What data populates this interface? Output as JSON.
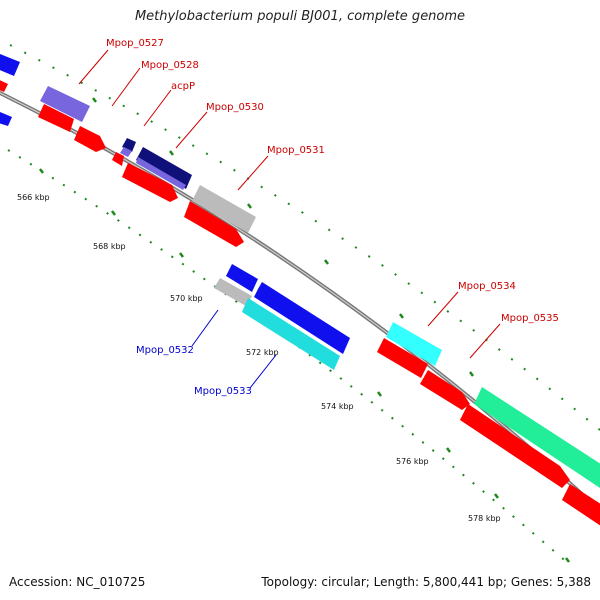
{
  "title": "Methylobacterium populi BJ001, complete genome",
  "accession": "Accession: NC_010725",
  "stats": "Topology: circular; Length: 5,800,441 bp; Genes: 5,388",
  "colors": {
    "backbone": "#888888",
    "tick": "#1e8a1e",
    "label_forward": "#cc0000",
    "label_reverse": "#0000cc",
    "red": "#ff0000",
    "blue": "#1010ee",
    "purple": "#7766dd",
    "navy": "#10107a",
    "gray": "#bbbbbb",
    "cyan": "#22dddd",
    "aqua": "#33ffff",
    "green": "#22ee99"
  },
  "kbp_labels": [
    "566 kbp",
    "568 kbp",
    "570 kbp",
    "572 kbp",
    "574 kbp",
    "576 kbp",
    "578 kbp"
  ],
  "gene_labels": [
    {
      "text": "Mpop_0527",
      "strand": "forward"
    },
    {
      "text": "Mpop_0528",
      "strand": "forward"
    },
    {
      "text": "acpP",
      "strand": "forward"
    },
    {
      "text": "Mpop_0530",
      "strand": "forward"
    },
    {
      "text": "Mpop_0531",
      "strand": "forward"
    },
    {
      "text": "Mpop_0532",
      "strand": "reverse"
    },
    {
      "text": "Mpop_0533",
      "strand": "reverse"
    },
    {
      "text": "Mpop_0534",
      "strand": "forward"
    },
    {
      "text": "Mpop_0535",
      "strand": "forward"
    }
  ]
}
